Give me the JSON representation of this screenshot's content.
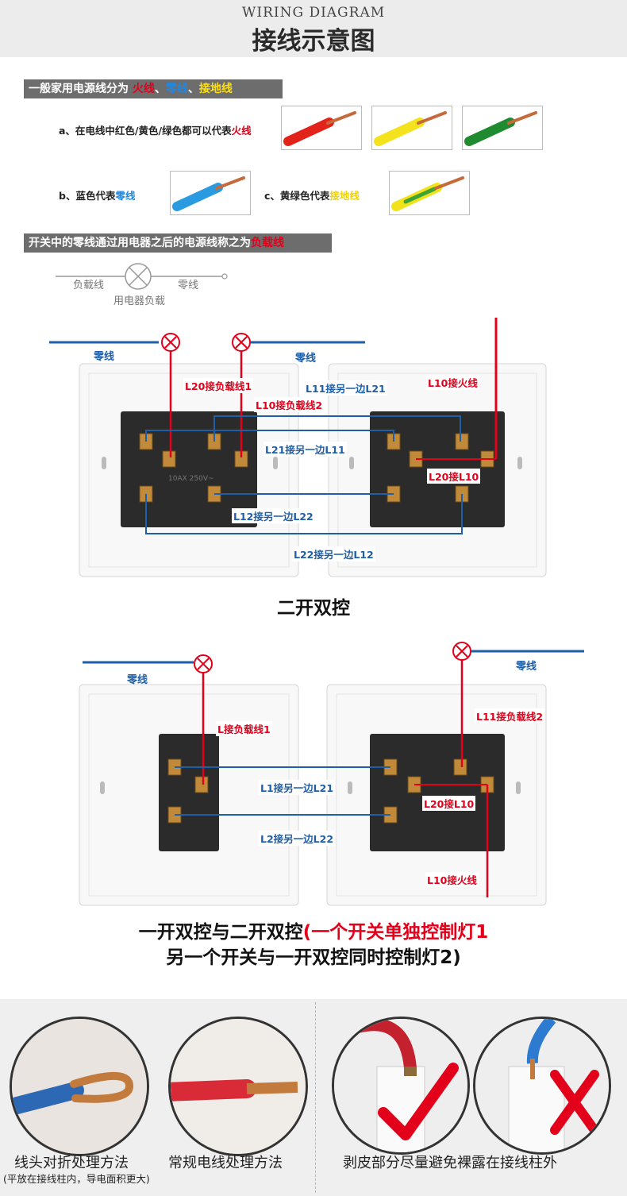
{
  "header": {
    "title_en": "WIRING DIAGRAM",
    "title_zh": "接线示意图"
  },
  "section1": {
    "banner_prefix": "一般家用电源线分为 ",
    "fire": "火线",
    "sep1": "、",
    "zero": "零线",
    "sep2": "、",
    "ground": "接地线",
    "note_a_prefix": "a、在电线中红色/黄色/绿色都可以代表",
    "note_a_hl": "火线",
    "note_b_prefix": "b、蓝色代表",
    "note_b_hl": "零线",
    "note_c_prefix": "c、黄绿色代表",
    "note_c_hl": "接地线",
    "wire_colors": {
      "red": "#e2231a",
      "yellow": "#f4e21c",
      "green": "#1f8a2f",
      "blue": "#2a9be0",
      "yellowgreen_a": "#f2e21a",
      "yellowgreen_b": "#3fa336",
      "copper": "#c56a3a"
    }
  },
  "section2": {
    "banner_prefix": "开关中的零线通过用电器之后的电源线称之为",
    "banner_hl": "负载线",
    "load_label": "负载线",
    "zero_label": "零线",
    "appliance_label": "用电器负载"
  },
  "diagram1": {
    "zero_left": "零线",
    "zero_right": "零线",
    "labels": {
      "l20_load1": "L20接负载线1",
      "l11_other": "L11接另一边L21",
      "l10_fire": "L10接火线",
      "l10_load2": "L10接负载线2",
      "l21_other": "L21接另一边L11",
      "l20_l10": "L20接L10",
      "l12_other": "L12接另一边L22",
      "l22_other": "L22接另一边L12"
    },
    "plate_text": "10AX 250V~",
    "caption": "二开双控"
  },
  "diagram2": {
    "zero_left": "零线",
    "zero_right": "零线",
    "labels": {
      "l_load1": "L接负载线1",
      "l11_load2": "L11接负载线2",
      "l1_other": "L1接另一边L21",
      "l20_l10": "L20接L10",
      "l2_other": "L2接另一边L22",
      "l10_fire": "L10接火线"
    },
    "caption_black": "一开双控与二开双控",
    "caption_red1": "(一个开关单独控制灯1",
    "caption_red2": "另一个开关与一开双控同时控制灯2)"
  },
  "bottom": {
    "cap1": "线头对折处理方法",
    "cap1_sub": "(平放在接线柱内，导电面积更大)",
    "cap2": "常规电线处理方法",
    "cap3": "剥皮部分尽量避免裸露在接线柱外"
  },
  "colors": {
    "wire_blue": "#1e5fa8",
    "wire_red": "#e2001a",
    "panel": "#2b2b2b",
    "terminal": "#c08a3a"
  }
}
